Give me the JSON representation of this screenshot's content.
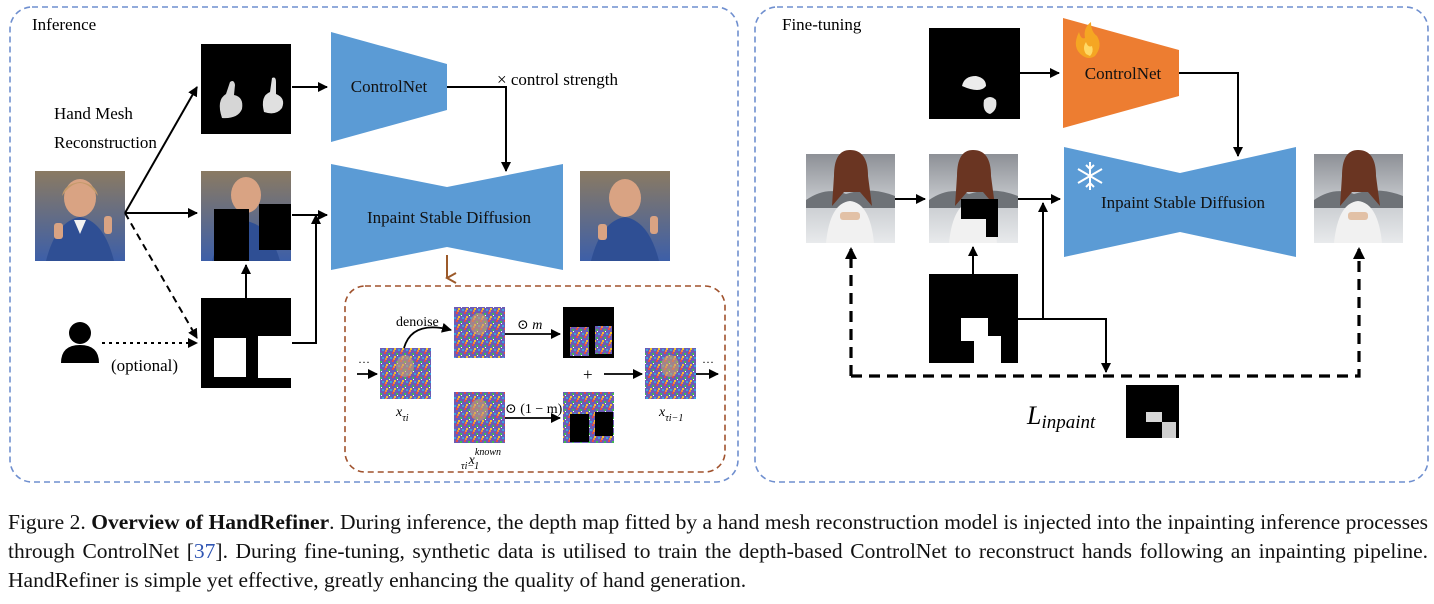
{
  "panels": {
    "inference": {
      "title": "Inference"
    },
    "finetuning": {
      "title": "Fine-tuning"
    }
  },
  "inference": {
    "hand_mesh_label_line1": "Hand Mesh",
    "hand_mesh_label_line2": "Reconstruction",
    "optional_label": "(optional)",
    "controlnet_label": "ControlNet",
    "control_strength_label": "× control strength",
    "inpaint_label": "Inpaint Stable Diffusion",
    "detail": {
      "denoise_label": "denoise",
      "odot_m": "⊙ m",
      "odot_one_minus_m": "⊙ (1 − m)",
      "plus": "+",
      "ellipsis": "···",
      "x_tau_i": "x",
      "x_tau_i_sub": "τi",
      "x_known": "x",
      "x_known_sup": "known",
      "x_known_sub": "τi−1",
      "x_tau_im1": "x",
      "x_tau_im1_sub": "τi−1"
    }
  },
  "finetuning": {
    "controlnet_label": "ControlNet",
    "inpaint_label": "Inpaint Stable Diffusion",
    "loss_label": "L",
    "loss_sub": "inpaint"
  },
  "colors": {
    "blue_block": "#5b9bd5",
    "orange_block": "#ed7d31",
    "panel_border": "#6f8fcf",
    "detail_border": "#a0522d",
    "brown_arrow": "#9c5a2a"
  },
  "caption": {
    "figure_label": "Figure 2.",
    "title": "Overview of HandRefiner",
    "text_a": ". During inference, the depth map fitted by a hand mesh reconstruction model is injected into the inpainting inference processes through ControlNet [",
    "citation": "37",
    "text_b": "]. During fine-tuning, synthetic data is utilised to train the depth-based ControlNet to reconstruct hands following an inpainting pipeline. HandRefiner is simple yet effective, greatly enhancing the quality of hand generation."
  }
}
